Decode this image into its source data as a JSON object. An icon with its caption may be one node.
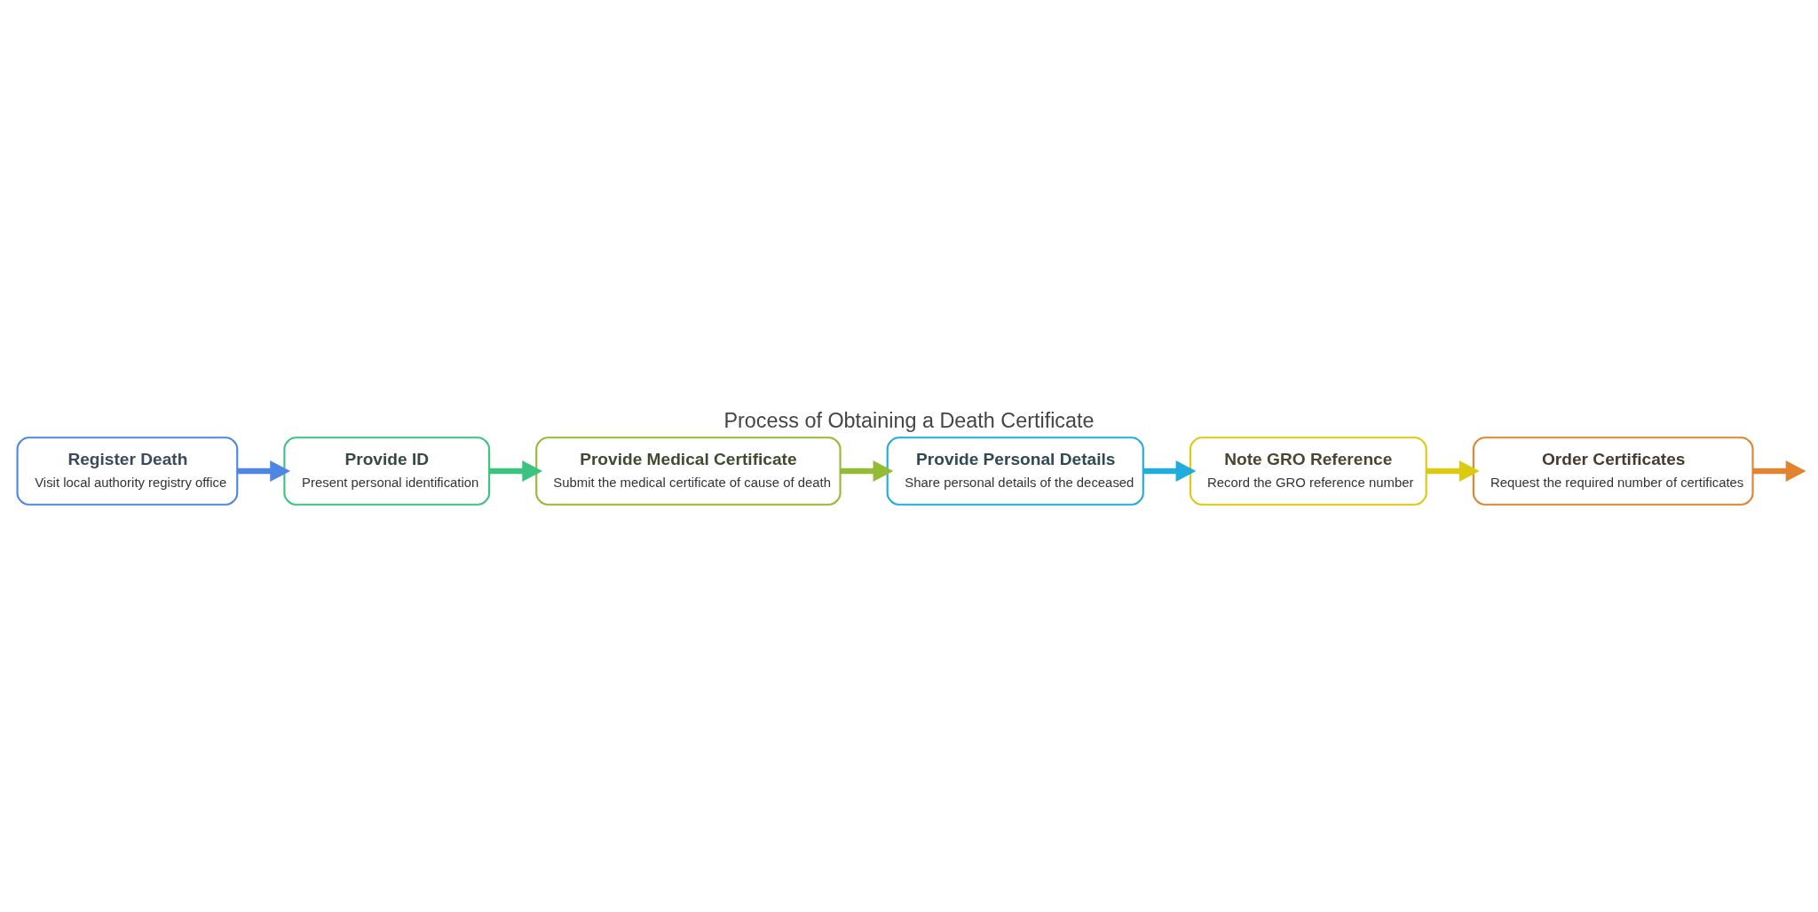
{
  "diagram": {
    "title": "Process of Obtaining a Death Certificate",
    "nodes": [
      {
        "text": [
          "Register Death",
          "Visit local authority registry office"
        ]
      },
      {
        "text": [
          "Provide ID",
          "Present personal identification"
        ]
      },
      {
        "text": [
          "Provide Medical Certificate",
          "Submit the medical certificate of cause of death"
        ]
      },
      {
        "text": [
          "Provide Personal Details",
          "Share personal details of the deceased"
        ]
      },
      {
        "text": [
          "Note GRO Reference",
          "Record the GRO reference number"
        ]
      },
      {
        "text": [
          "Order Certificates",
          "Request the required number of certificates"
        ]
      }
    ],
    "edges": [
      {
        "from": 0,
        "to": 1,
        "arrow": "to",
        "color": "#4f86e3"
      },
      {
        "from": 1,
        "to": 2,
        "arrow": "to",
        "color": "#3cc37f"
      },
      {
        "from": 2,
        "to": 3,
        "arrow": "to",
        "color": "#93bb34"
      },
      {
        "from": 3,
        "to": 4,
        "arrow": "to",
        "color": "#20acdc"
      },
      {
        "from": 4,
        "to": 5,
        "arrow": "to",
        "color": "#dcca12"
      },
      {
        "from": 5,
        "to": null,
        "arrow": "to",
        "color": "#e08430"
      }
    ]
  }
}
